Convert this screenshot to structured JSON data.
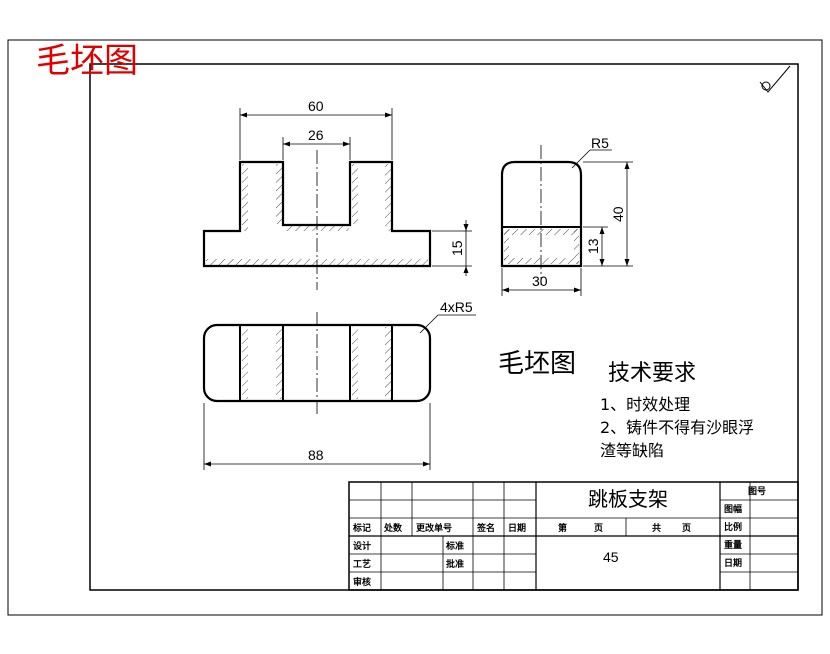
{
  "corner_label": "毛坯图",
  "surface_mark": "∨",
  "dimensions": {
    "front_overall_width": "60",
    "front_slot_width": "26",
    "front_base_height": "15",
    "side_radius": "R5",
    "side_height": "40",
    "side_base_height": "13",
    "side_width": "30",
    "top_radius": "4xR5",
    "top_length": "88"
  },
  "center_label": "毛坯图",
  "tech": {
    "title": "技术要求",
    "line1": "1、时效处理",
    "line2": "2、铸件不得有沙眼浮",
    "line3": "渣等缺陷"
  },
  "title_block": {
    "part_name": "跳板支架",
    "drawing_no_label": "图号",
    "scale_width_label": "图幅",
    "ratio_label": "比例",
    "weight_label": "重量",
    "date_label": "日期",
    "sheet_label": "第",
    "sheet_unit": "页",
    "total_label": "共",
    "total_unit": "页",
    "mark_label": "标记",
    "count_label": "处数",
    "change_doc_label": "更改单号",
    "signature_label": "签名",
    "day_label": "日期",
    "design_label": "设计",
    "standard_label": "标准",
    "process_label": "工艺",
    "approve_label": "批准",
    "review_label": "审核",
    "material": "45"
  },
  "colors": {
    "line": "#000000",
    "stamp": "#e00000",
    "background": "#ffffff"
  }
}
